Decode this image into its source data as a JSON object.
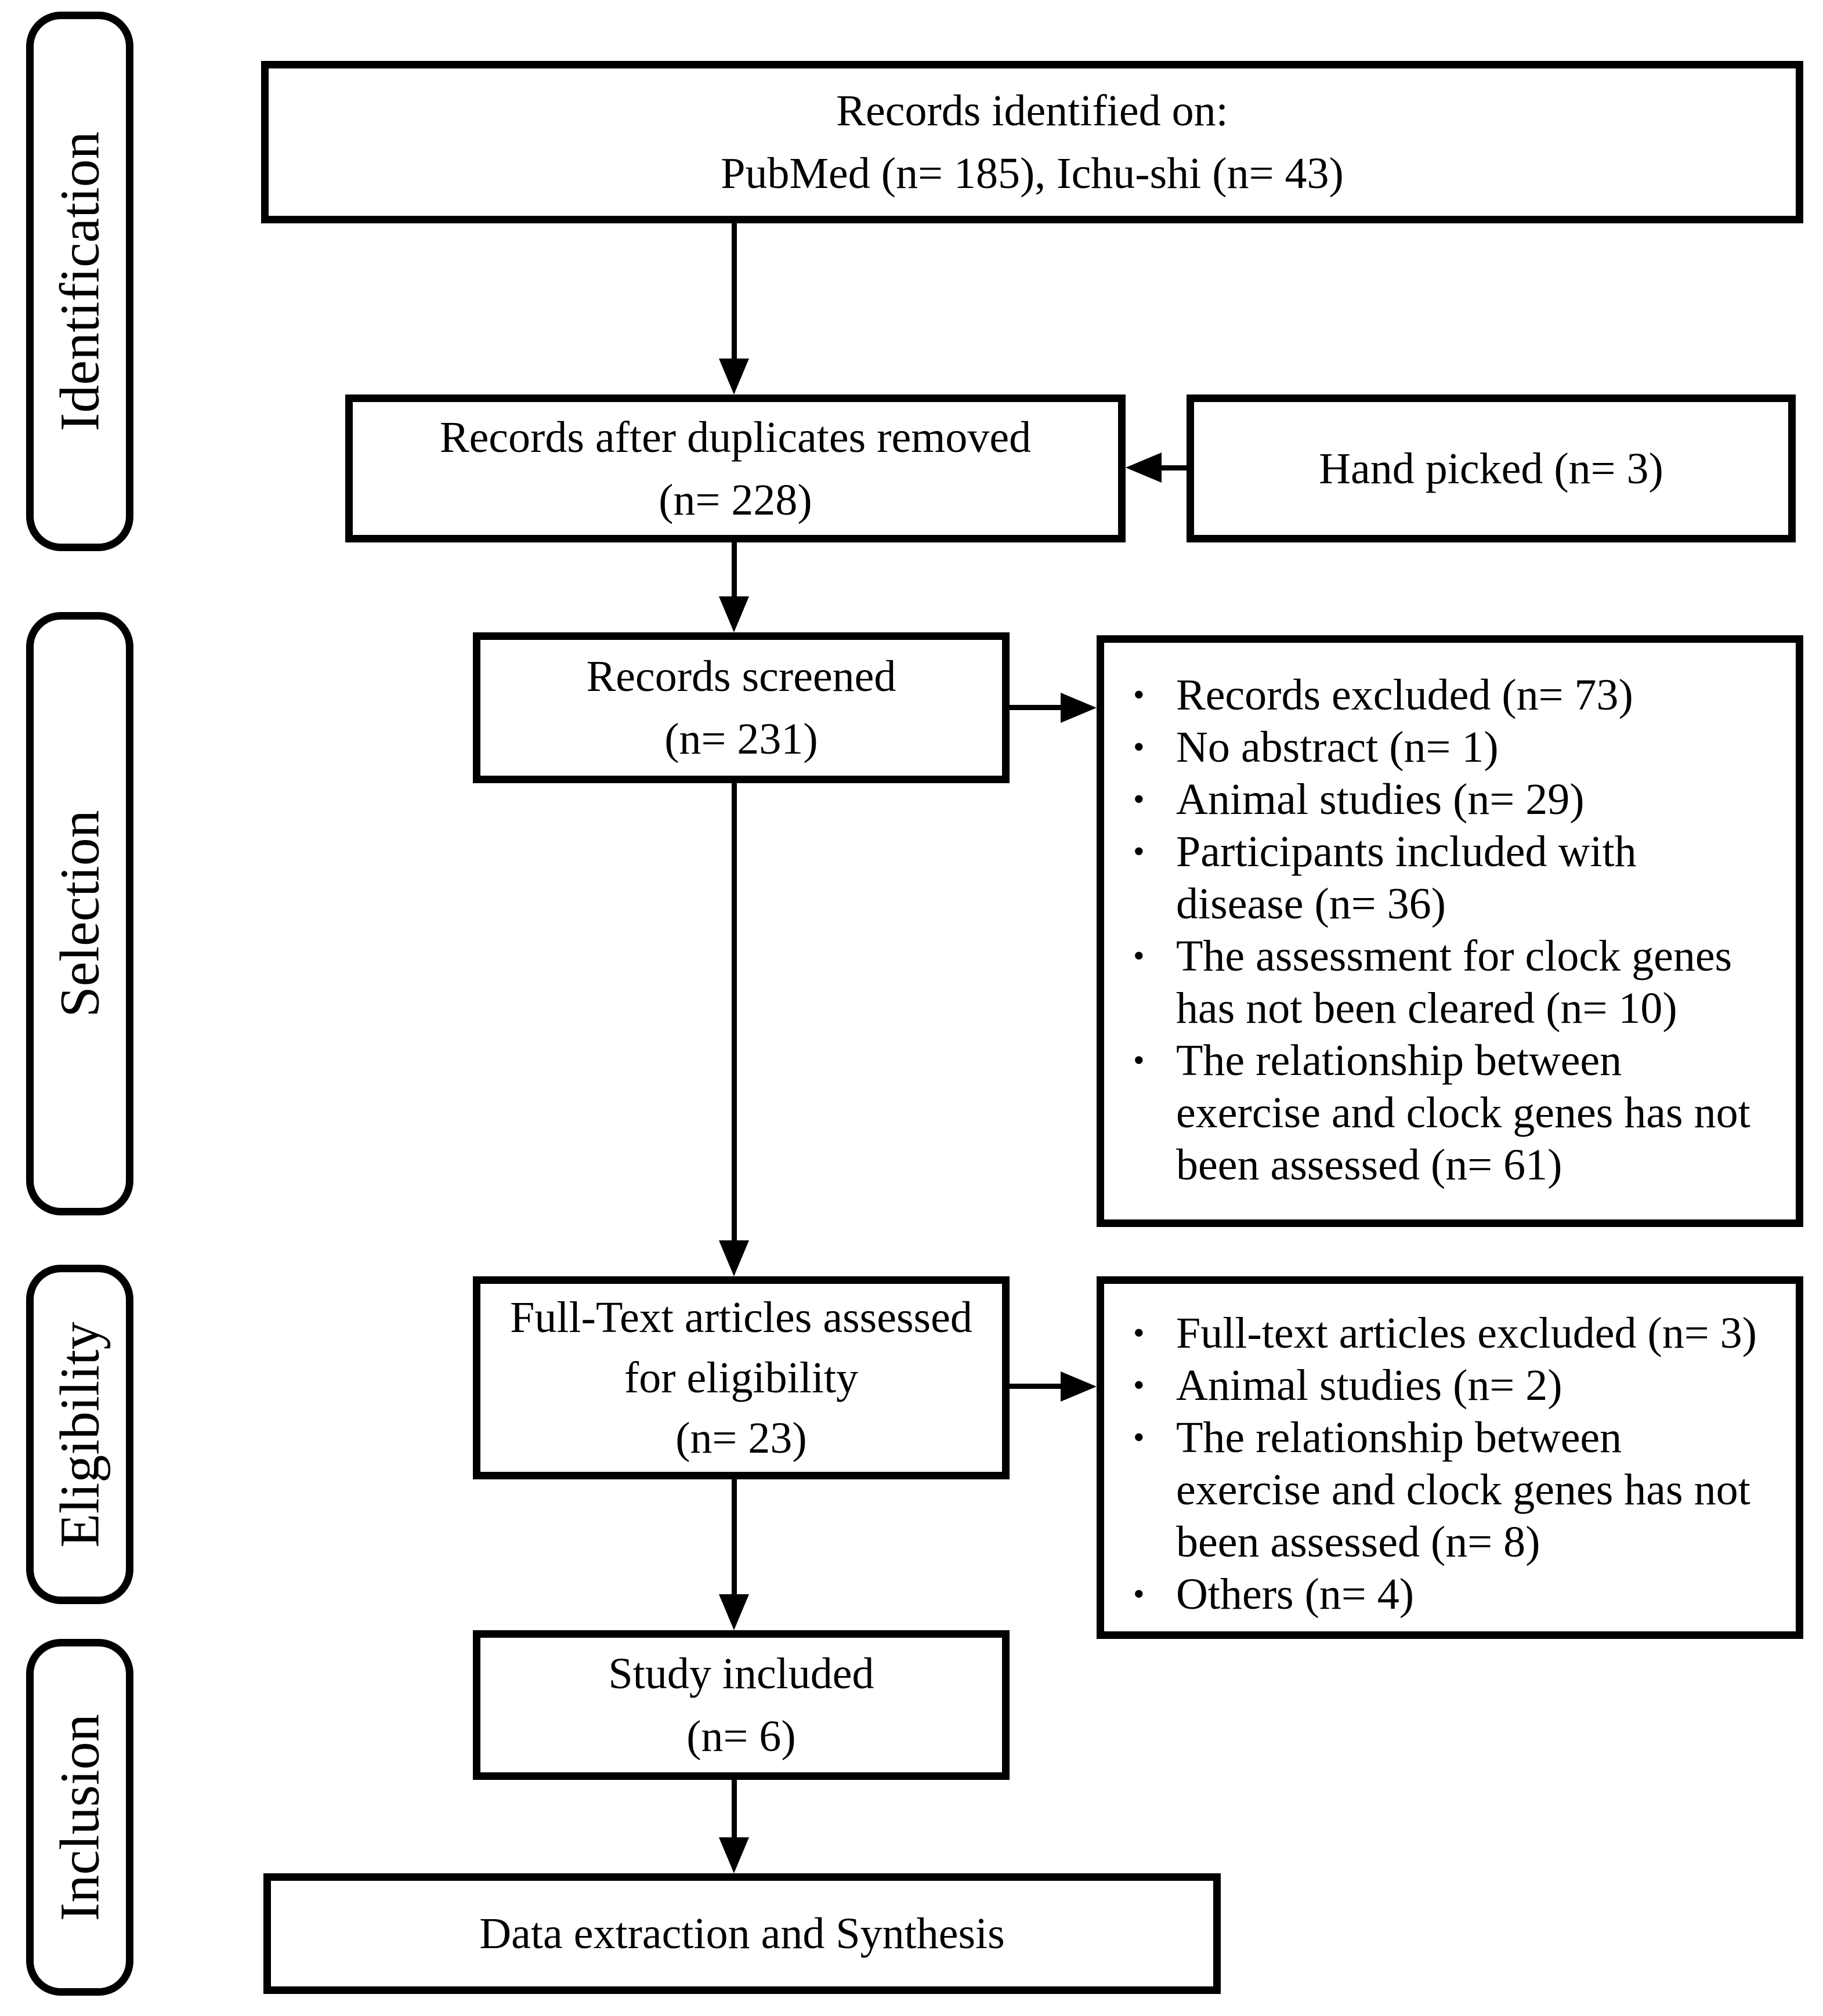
{
  "diagram": {
    "type": "prisma-flowchart",
    "bullet_char": "•",
    "colors": {
      "ink": "#000000",
      "paper": "#ffffff"
    },
    "stages": [
      {
        "label": "Identification"
      },
      {
        "label": "Selection"
      },
      {
        "label": "Eligibility"
      },
      {
        "label": "Inclusion"
      }
    ],
    "boxes": {
      "identified": {
        "lines": [
          "Records identified on:",
          "PubMed (n= 185), Ichu-shi (n= 43)"
        ]
      },
      "duplicates": {
        "lines": [
          "Records after duplicates removed",
          "(n= 228)"
        ]
      },
      "hand_picked": {
        "label": "Hand picked (n= 3)"
      },
      "screened": {
        "lines": [
          "Records screened",
          "(n= 231)"
        ]
      },
      "fulltext": {
        "lines": [
          "Full-Text articles assessed",
          "for eligibility",
          "(n= 23)"
        ]
      },
      "included": {
        "lines": [
          "Study included",
          "(n= 6)"
        ]
      },
      "synthesis": {
        "label": "Data extraction and Synthesis"
      }
    },
    "exclusions": {
      "screening": {
        "items": [
          "Records excluded (n= 73)",
          "No abstract (n= 1)",
          "Animal studies (n= 29)",
          "Participants included with disease (n= 36)",
          "The assessment for clock genes has not been cleared (n= 10)",
          "The relationship between exercise and clock genes has not been assessed (n= 61)"
        ]
      },
      "eligibility": {
        "items": [
          "Full-text articles excluded (n= 3)",
          "Animal studies (n= 2)",
          "The relationship between exercise and clock genes has not been assessed (n= 8)",
          "Others (n= 4)"
        ]
      }
    }
  }
}
